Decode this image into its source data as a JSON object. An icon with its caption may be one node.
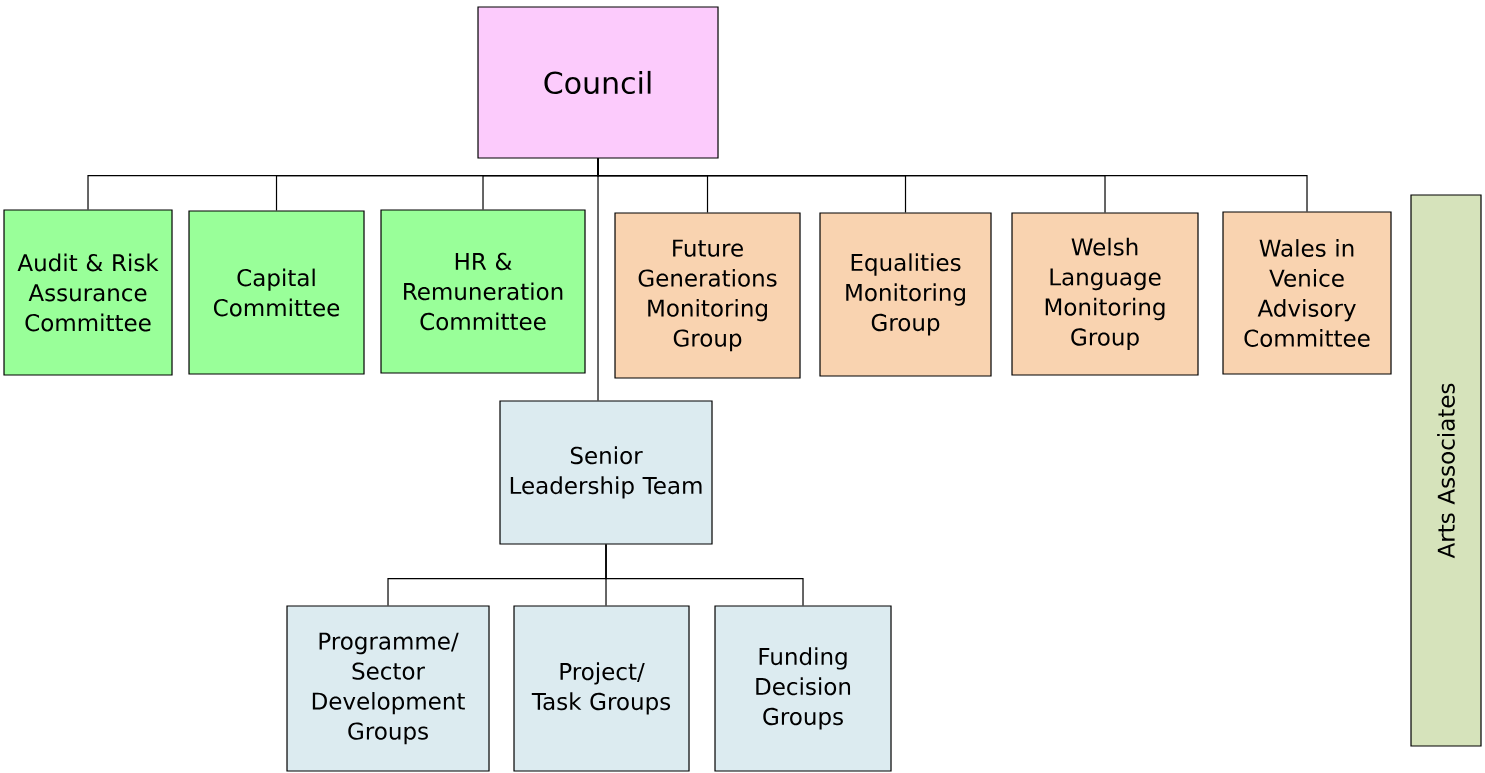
{
  "diagram": {
    "nodes": [
      {
        "text": [
          "Council"
        ]
      },
      {
        "text": [
          "Audit & Risk Assurance Committee"
        ]
      },
      {
        "text": [
          "Capital Committee"
        ]
      },
      {
        "text": [
          "HR & Remuneration Committee"
        ]
      },
      {
        "text": [
          "Future Generations Monitoring Group"
        ]
      },
      {
        "text": [
          "Equalities Monitoring Group"
        ]
      },
      {
        "text": [
          "Welsh Language Monitoring Group"
        ]
      },
      {
        "text": [
          "Wales in Venice Advisory Committee"
        ]
      },
      {
        "text": [
          "Senior Leadership Team"
        ]
      },
      {
        "text": [
          "Programme/ Sector Development Groups"
        ]
      },
      {
        "text": [
          "Project/ Task Groups"
        ]
      },
      {
        "text": [
          "Funding Decision Groups"
        ]
      },
      {
        "text": [
          "Arts Associates"
        ]
      }
    ],
    "edges": [
      {
        "from": 0,
        "to": 1,
        "arrow": "none"
      },
      {
        "from": 0,
        "to": 2,
        "arrow": "none"
      },
      {
        "from": 0,
        "to": 3,
        "arrow": "none"
      },
      {
        "from": 0,
        "to": 4,
        "arrow": "none"
      },
      {
        "from": 0,
        "to": 5,
        "arrow": "none"
      },
      {
        "from": 0,
        "to": 6,
        "arrow": "none"
      },
      {
        "from": 0,
        "to": 7,
        "arrow": "none"
      },
      {
        "from": 0,
        "to": 8,
        "arrow": "none"
      },
      {
        "from": 8,
        "to": 9,
        "arrow": "none"
      },
      {
        "from": 8,
        "to": 10,
        "arrow": "none"
      },
      {
        "from": 8,
        "to": 11,
        "arrow": "none"
      }
    ]
  }
}
